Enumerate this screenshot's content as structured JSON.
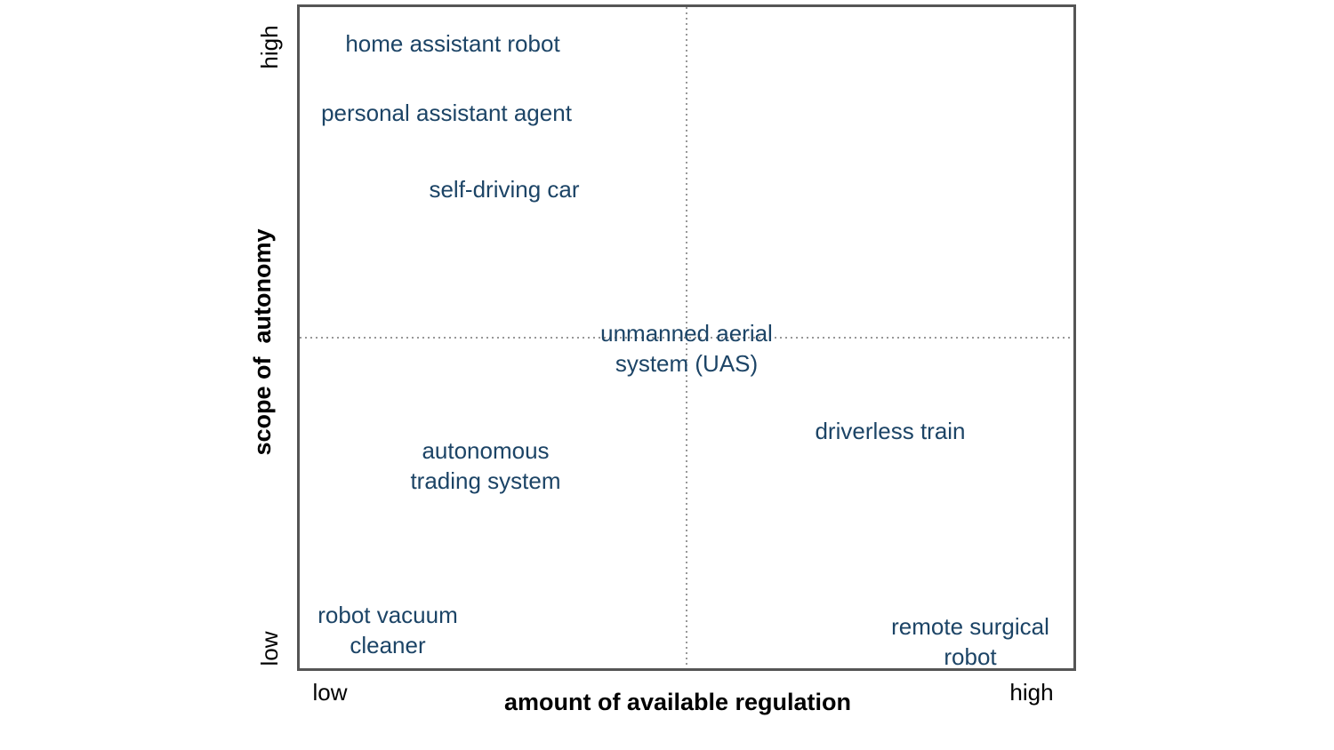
{
  "axes": {
    "x_title": "amount of available regulation",
    "y_title": "scope of  autonomy",
    "x_low": "low",
    "x_high": "high",
    "y_low": "low",
    "y_high": "high"
  },
  "items": [
    {
      "id": "home-assistant-robot",
      "lines": [
        "home assistant robot"
      ]
    },
    {
      "id": "personal-assistant-agent",
      "lines": [
        "personal assistant agent"
      ]
    },
    {
      "id": "self-driving-car",
      "lines": [
        "self-driving car"
      ]
    },
    {
      "id": "unmanned-aerial-system",
      "lines": [
        "unmanned aerial",
        "system (UAS)"
      ]
    },
    {
      "id": "driverless-train",
      "lines": [
        "driverless train"
      ]
    },
    {
      "id": "autonomous-trading-system",
      "lines": [
        "autonomous",
        "trading system"
      ]
    },
    {
      "id": "robot-vacuum-cleaner",
      "lines": [
        "robot vacuum",
        "cleaner"
      ]
    },
    {
      "id": "remote-surgical-robot",
      "lines": [
        "remote surgical",
        "robot"
      ]
    }
  ],
  "colors": {
    "item_text": "#1c4466",
    "frame": "#555555",
    "divider": "#777777"
  }
}
